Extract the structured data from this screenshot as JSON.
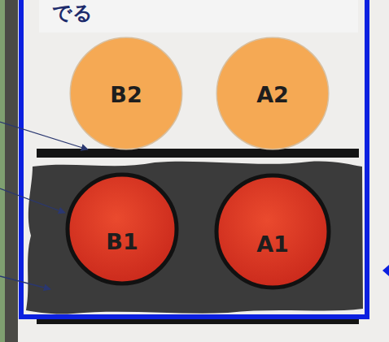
{
  "diagram": {
    "title": "でる",
    "nodes": [
      {
        "text": [
          "B2"
        ]
      },
      {
        "text": [
          "A2"
        ]
      },
      {
        "text": [
          "B1"
        ]
      },
      {
        "text": [
          "A1"
        ]
      }
    ]
  }
}
